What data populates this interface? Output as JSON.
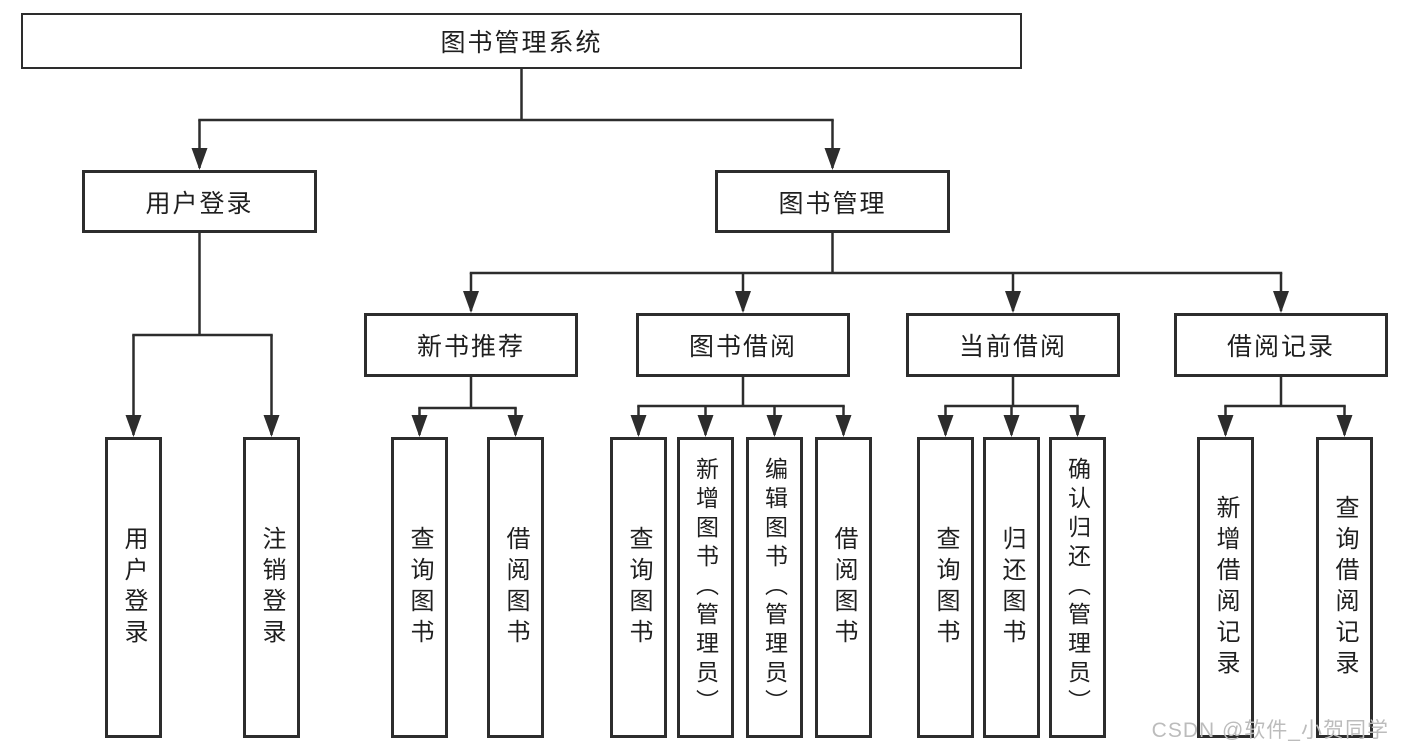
{
  "diagram": {
    "root": "图书管理系统",
    "level2": {
      "userLogin": "用户登录",
      "bookMgmt": "图书管理"
    },
    "level3": {
      "newBooks": "新书推荐",
      "bookBorrow": "图书借阅",
      "currentBorrow": "当前借阅",
      "borrowRecords": "借阅记录"
    },
    "leaves": {
      "loginUser": "用户登录",
      "logout": "注销登录",
      "nbQuery": "查询图书",
      "nbBorrow": "借阅图书",
      "bbQuery": "查询图书",
      "bbAdd": "新增图书（管理员）",
      "bbEdit": "编辑图书（管理员）",
      "bbBorrow": "借阅图书",
      "cbQuery": "查询图书",
      "cbReturn": "归还图书",
      "cbConfirm": "确认归还（管理员）",
      "brAdd": "新增借阅记录",
      "brQuery": "查询借阅记录"
    }
  },
  "watermark": "CSDN @软件_小贺同学",
  "colors": {
    "line": "#2d2d2d",
    "text": "#1f1f1f",
    "watermark": "#bcbcbc",
    "background": "#ffffff"
  }
}
